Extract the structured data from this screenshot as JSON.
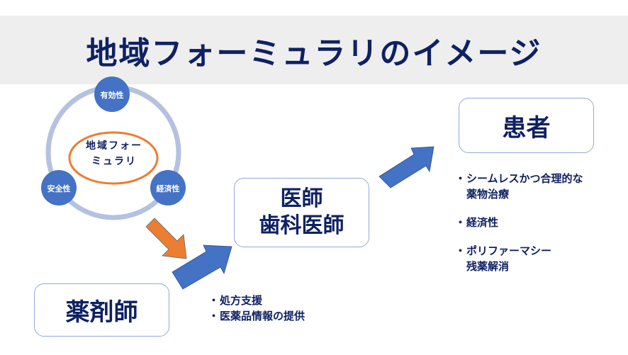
{
  "title": "地域フォーミュラリのイメージ",
  "cycle": {
    "center_lines": [
      "地域フォー",
      "ミュラリ"
    ],
    "nodes": {
      "top": "有効性",
      "left": "安全性",
      "right": "経済性"
    }
  },
  "boxes": {
    "pharmacist": "薬剤師",
    "doctor_lines": [
      "医師",
      "歯科医師"
    ],
    "patient": "患者"
  },
  "pharmacist_bullets": [
    "処方支援",
    "医薬品情報の提供"
  ],
  "patient_bullets": [
    {
      "lines": [
        "シームレスかつ合理的な",
        "薬物治療"
      ]
    },
    {
      "lines": [
        "経済性"
      ]
    },
    {
      "lines": [
        "ポリファーマシー",
        "残薬解消"
      ]
    }
  ],
  "bullet_glyph": "・",
  "colors": {
    "title_text": "#0f2162",
    "title_band": "#eeeeee",
    "node_fill": "#4472c4",
    "ring": "#b4c2e0",
    "center_ellipse": "#ed7d31",
    "arrow_orange": "#ed7d31",
    "arrow_blue": "#4472c4",
    "box_border": "#8eaadb"
  }
}
